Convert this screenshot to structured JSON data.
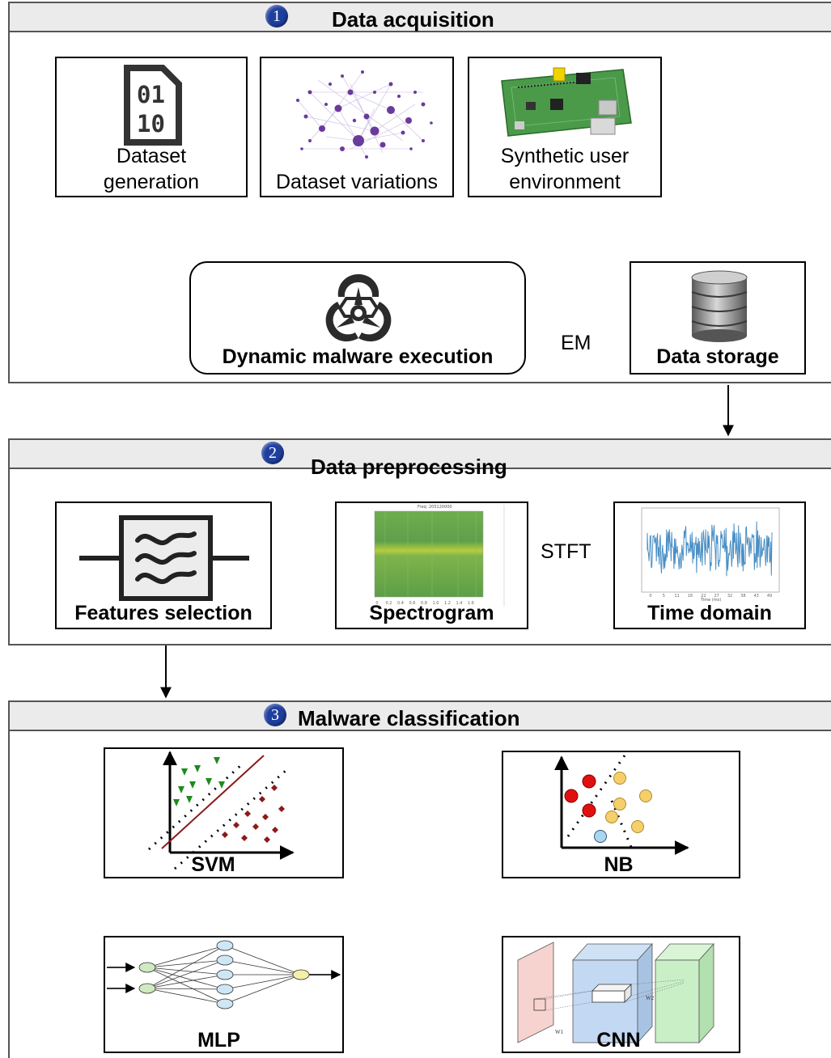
{
  "panels": {
    "acquisition": {
      "badge": "1",
      "title": "Data acquisition"
    },
    "preprocessing": {
      "badge": "2",
      "title": "Data preprocessing"
    },
    "classification": {
      "badge": "3",
      "title": "Malware classification"
    }
  },
  "acquisition": {
    "dataset_generation": {
      "line1": "Dataset",
      "line2": "generation",
      "icon": "binary-file-icon"
    },
    "dataset_variations": {
      "label": "Dataset variations",
      "icon": "network-graph-icon"
    },
    "synthetic_env": {
      "line1": "Synthetic user",
      "line2": "environment",
      "icon": "circuit-board-icon"
    },
    "malware_execution": {
      "label": "Dynamic malware execution",
      "icon": "biohazard-icon"
    },
    "data_storage": {
      "label": "Data storage",
      "icon": "database-icon"
    },
    "edge_label": "EM"
  },
  "preprocessing": {
    "features_selection": {
      "label": "Features selection",
      "icon": "filter-icon"
    },
    "spectrogram": {
      "label": "Spectrogram",
      "plot_title": "Freq: 205120000",
      "x_ticks": [
        "0",
        "0.2",
        "0.4",
        "0.6",
        "0.8",
        "1.0",
        "1.2",
        "1.4",
        "1.6"
      ]
    },
    "time_domain": {
      "label": "Time domain",
      "x_axis": "Time (ms)",
      "x_ticks": [
        "0",
        "5",
        "11",
        "16",
        "22",
        "27",
        "32",
        "38",
        "43",
        "49"
      ]
    },
    "edge_label": "STFT"
  },
  "classification": {
    "svm": {
      "label": "SVM"
    },
    "nb": {
      "label": "NB"
    },
    "mlp": {
      "label": "MLP"
    },
    "cnn": {
      "label": "CNN",
      "w1": "W1",
      "w2": "W2"
    }
  },
  "colors": {
    "badge": "#1f3f9f",
    "header": "#ebebeb",
    "node_purple": "#6a3a9c",
    "svm_triangle": "#1e8a1e",
    "svm_diamond": "#8b1a1a",
    "nb_red": "#e01010",
    "nb_yellow": "#f5cf6a",
    "nb_blue": "#a9d6ef"
  }
}
